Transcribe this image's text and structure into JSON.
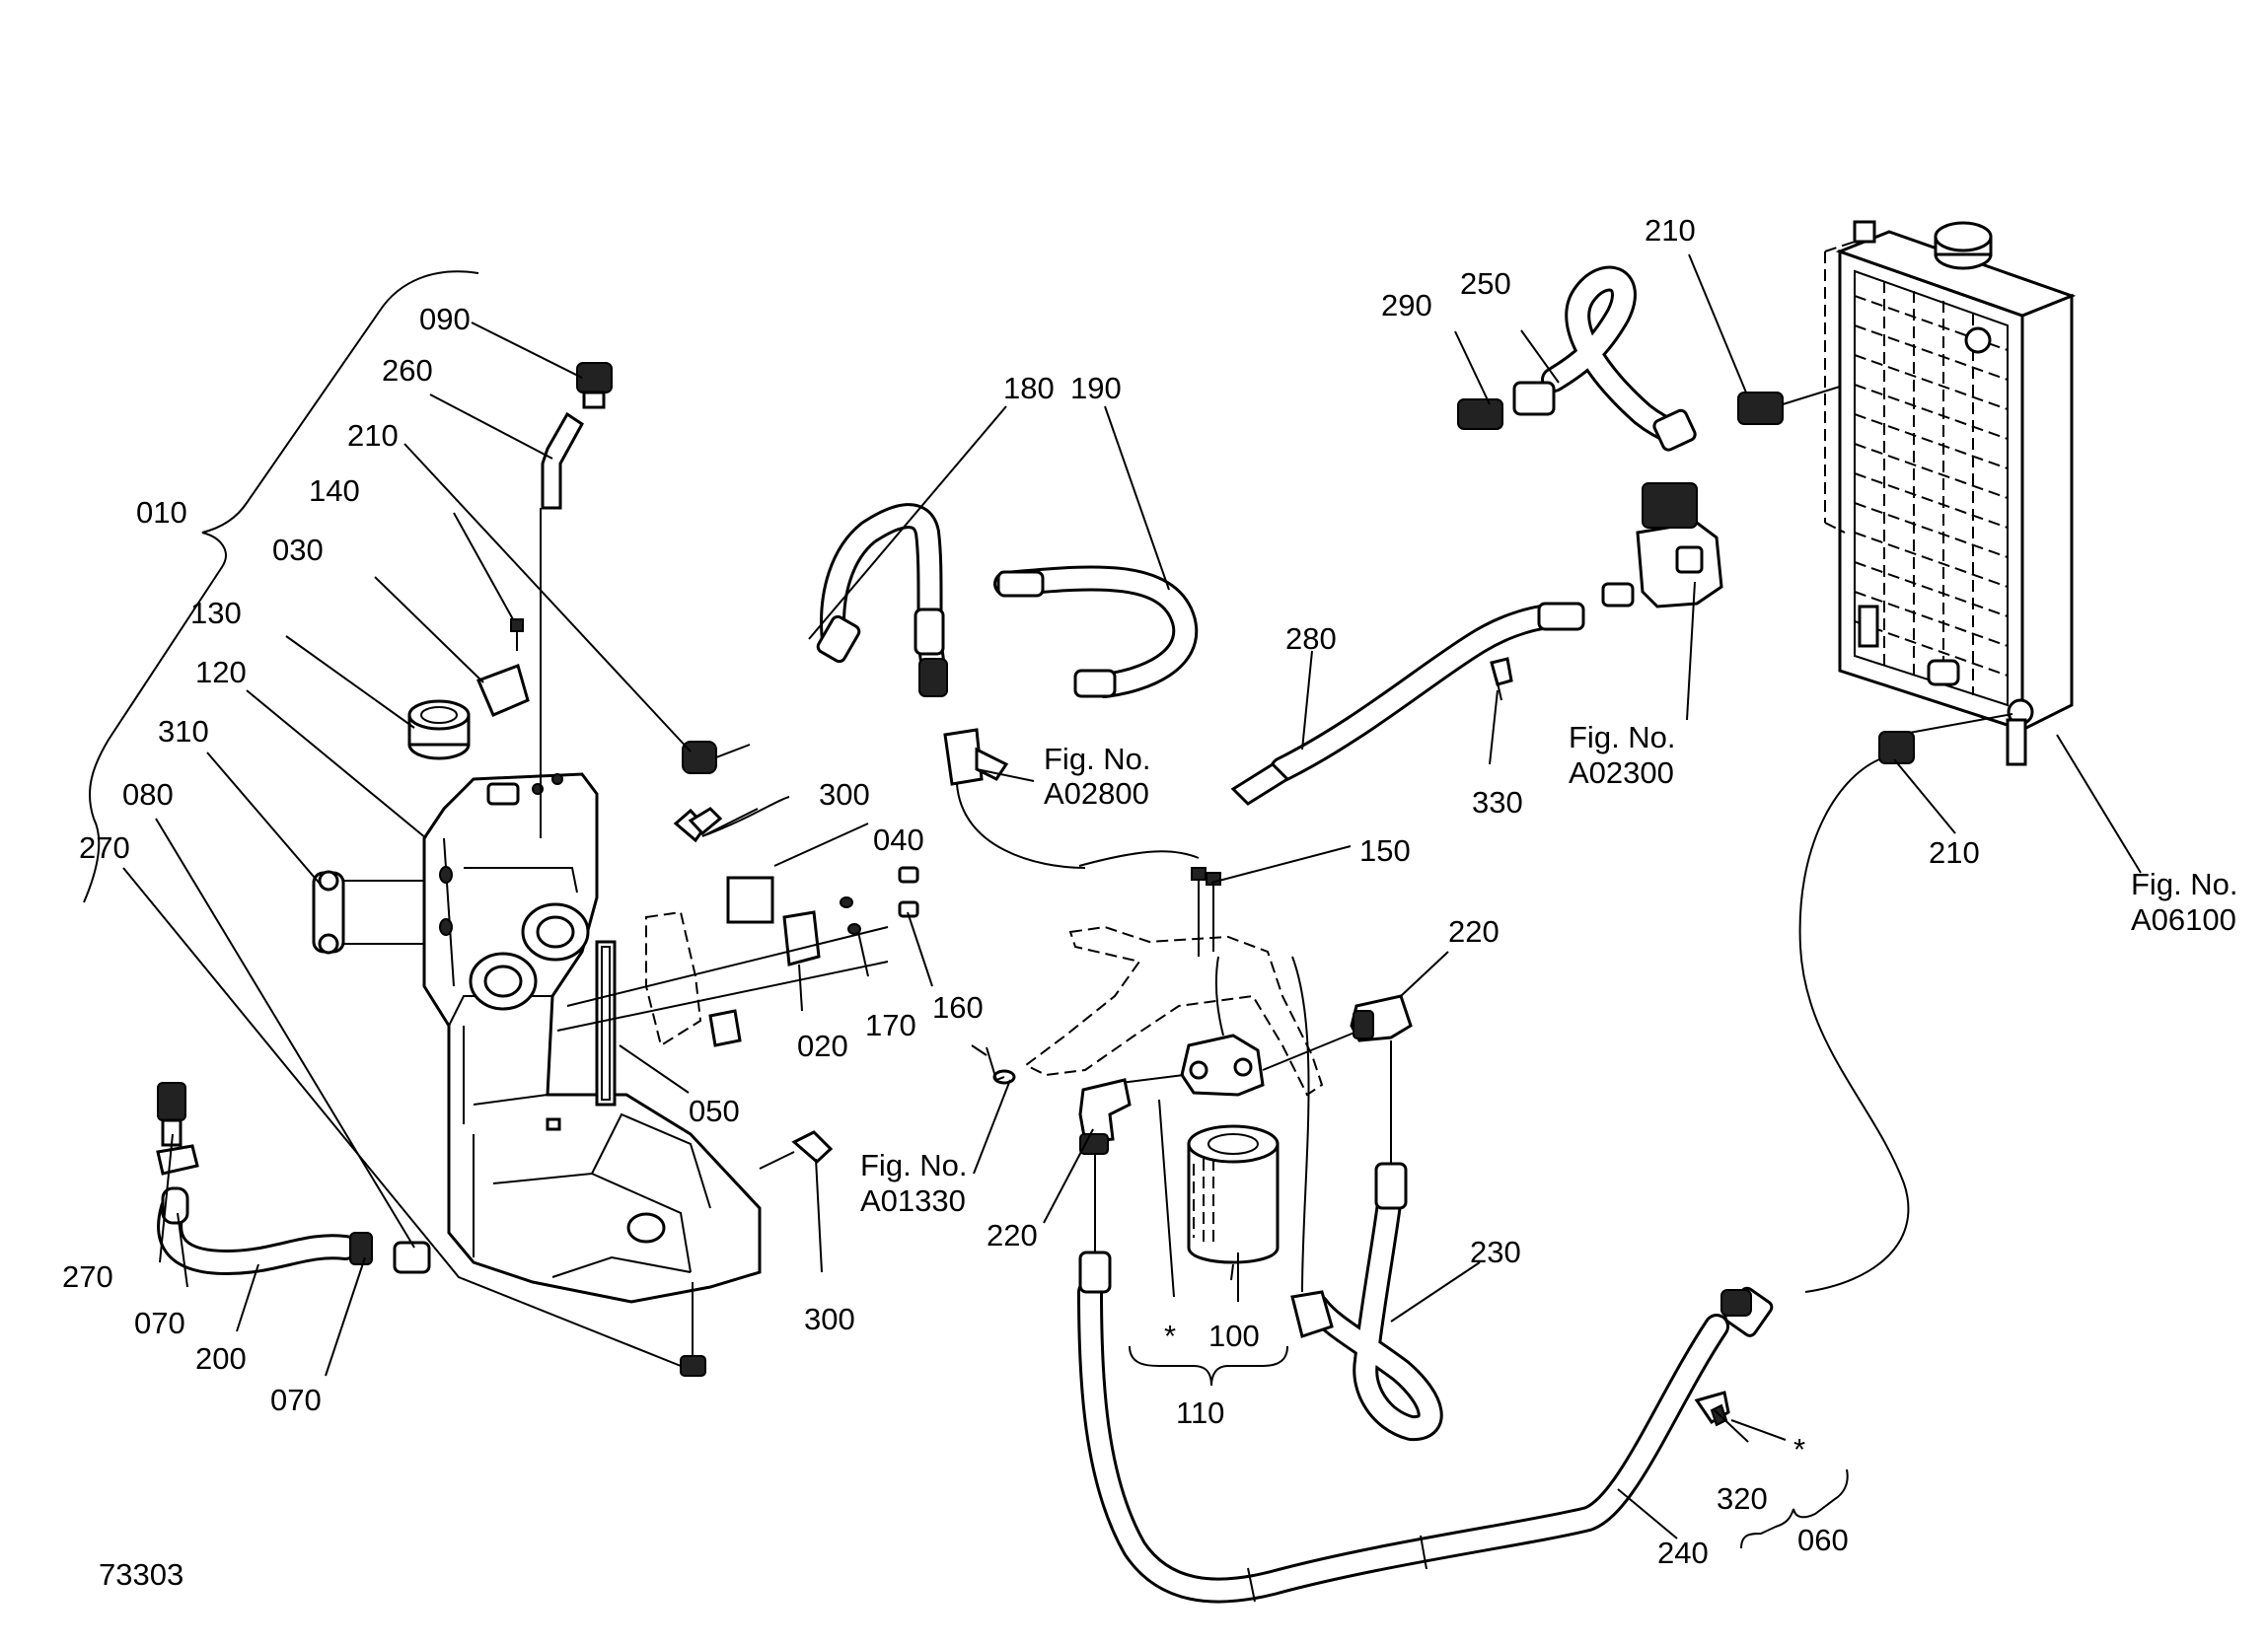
{
  "drawing_number": "73303",
  "callouts": {
    "c010": "010",
    "c090": "090",
    "c260": "260",
    "c210a": "210",
    "c140": "140",
    "c030": "030",
    "c130": "130",
    "c120": "120",
    "c310": "310",
    "c080": "080",
    "c270a": "270",
    "c270b": "270",
    "c070a": "070",
    "c200": "200",
    "c070b": "070",
    "c180": "180",
    "c190": "190",
    "c300a": "300",
    "c040": "040",
    "c020": "020",
    "c170": "170",
    "c160": "160",
    "c050": "050",
    "c300b": "300",
    "c280": "280",
    "c330": "330",
    "c150": "150",
    "c220a": "220",
    "c220b": "220",
    "c100": "100",
    "c110": "110",
    "c230": "230",
    "c240": "240",
    "c320": "320",
    "c060": "060",
    "c290": "290",
    "c250": "250",
    "c210b": "210",
    "c210c": "210",
    "star1": "*",
    "star2": "*"
  },
  "references": {
    "a02800_label": "Fig. No.",
    "a02800_num": "A02800",
    "a02300_label": "Fig. No.",
    "a02300_num": "A02300",
    "a06100_label": "Fig. No.",
    "a06100_num": "A06100",
    "a01330_label": "Fig. No.",
    "a01330_num": "A01330"
  }
}
